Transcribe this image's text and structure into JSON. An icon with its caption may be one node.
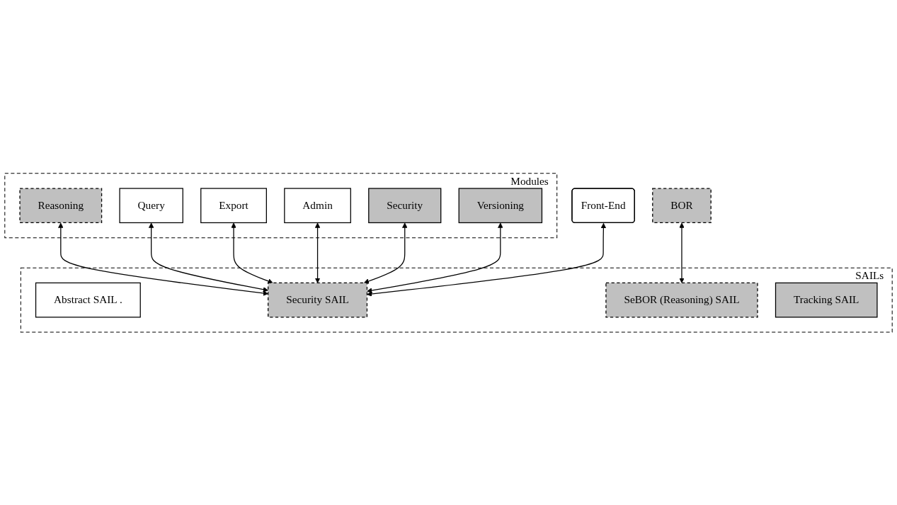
{
  "diagram": {
    "nodes": [
      {
        "text": [
          "Front-End"
        ]
      },
      {
        "text": [
          "Modules"
        ]
      },
      {
        "text": [
          "Reasoning"
        ],
        "in": 1
      },
      {
        "text": [
          "Query"
        ],
        "in": 1
      },
      {
        "text": [
          "Export"
        ],
        "in": 1
      },
      {
        "text": [
          "Admin"
        ],
        "in": 1
      },
      {
        "text": [
          "Security"
        ],
        "in": 1
      },
      {
        "text": [
          "Versioning"
        ],
        "in": 1
      },
      {
        "text": [
          "SAILs"
        ]
      },
      {
        "text": [
          "Abstract SAIL ."
        ],
        "in": 8
      },
      {
        "text": [
          "BOR"
        ]
      },
      {
        "text": [
          "SeBOR (Reasoning) SAIL"
        ],
        "in": 8
      },
      {
        "text": [
          "Security SAIL"
        ],
        "in": 8
      },
      {
        "text": [
          "Tracking SAIL"
        ],
        "in": 8
      }
    ],
    "edges": [
      {
        "from": 2,
        "to": 12,
        "arrow": "both"
      },
      {
        "from": 3,
        "to": 12,
        "arrow": "both"
      },
      {
        "from": 0,
        "to": 12,
        "arrow": "both"
      },
      {
        "from": 4,
        "to": 12,
        "arrow": "both"
      },
      {
        "from": 5,
        "to": 12,
        "arrow": "both"
      },
      {
        "from": 6,
        "to": 12,
        "arrow": "both"
      },
      {
        "from": 7,
        "to": 12,
        "arrow": "both"
      },
      {
        "from": 10,
        "to": 11,
        "arrow": "both"
      }
    ]
  }
}
